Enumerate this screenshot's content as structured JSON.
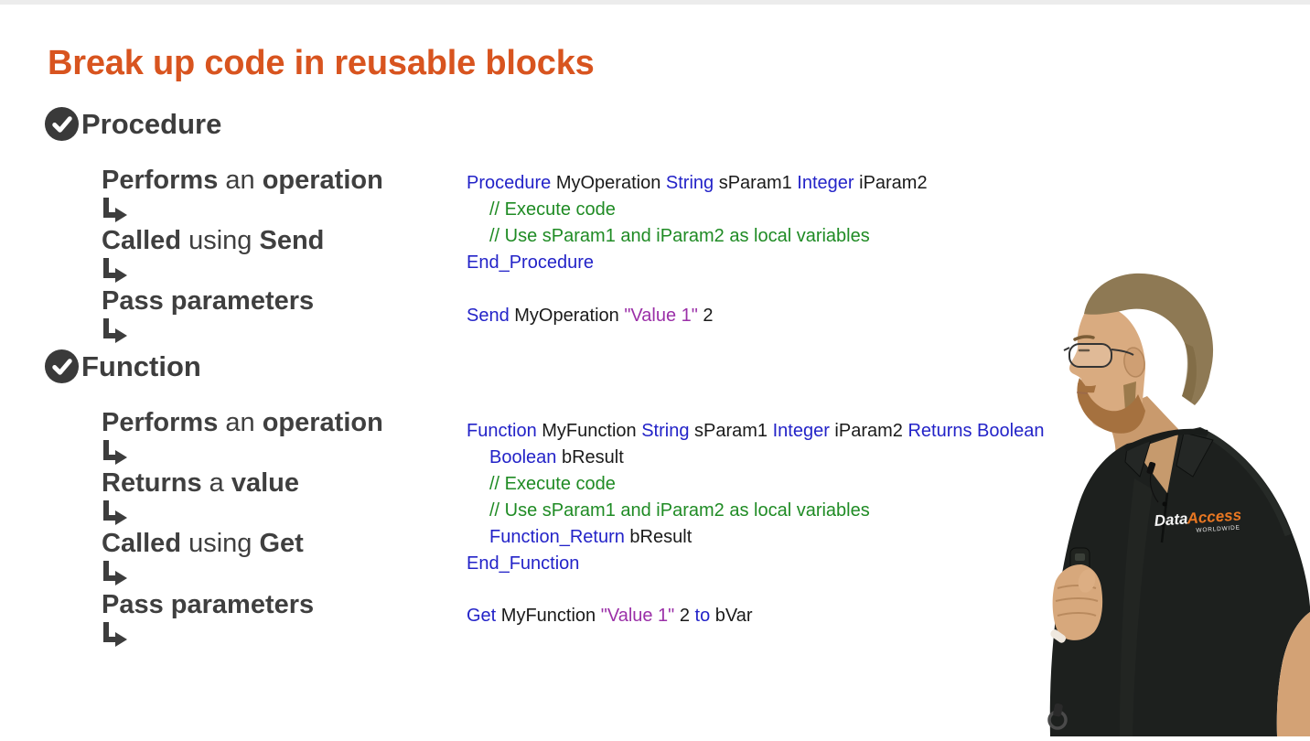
{
  "palette": {
    "title_orange": "#d8541f",
    "bullet_text_dark": "#3d3d3d",
    "code_keyword_blue": "#2323c8",
    "code_comment_green": "#1f8b24",
    "code_string_purple": "#9b30a8",
    "code_text_black": "#1a1a1a",
    "check_icon_circle": "#3a3a3a",
    "shirt_black": "#1d201e",
    "logo_orange": "#e87722"
  },
  "icons": {
    "check": "check-icon",
    "branch_arrow": "branch-arrow-icon"
  },
  "slide": {
    "title": "Break up code in reusable blocks",
    "procedure": {
      "heading": "Procedure",
      "bullets": [
        {
          "segments": [
            {
              "t": "Performs",
              "c": "b"
            },
            {
              "t": " an "
            },
            {
              "t": "operation",
              "c": "b"
            }
          ]
        },
        {
          "segments": [
            {
              "t": "Called",
              "c": "b"
            },
            {
              "t": " using "
            },
            {
              "t": "Send",
              "c": "b"
            }
          ]
        },
        {
          "segments": [
            {
              "t": "Pass parameters",
              "c": "b"
            }
          ]
        }
      ],
      "code": {
        "lines": [
          {
            "segments": [
              {
                "t": "Procedure",
                "c": "kw"
              },
              {
                "t": " MyOperation "
              },
              {
                "t": "String",
                "c": "kw"
              },
              {
                "t": " sParam1 "
              },
              {
                "t": "Integer",
                "c": "kw"
              },
              {
                "t": " iParam2"
              }
            ]
          },
          {
            "indent": true,
            "segments": [
              {
                "t": "// Execute code",
                "c": "cm"
              }
            ]
          },
          {
            "indent": true,
            "segments": [
              {
                "t": "// Use sParam1 and iParam2 as local variables",
                "c": "cm"
              }
            ]
          },
          {
            "segments": [
              {
                "t": "End_Procedure",
                "c": "kw"
              }
            ]
          }
        ],
        "call": {
          "segments": [
            {
              "t": "Send",
              "c": "kw"
            },
            {
              "t": " MyOperation "
            },
            {
              "t": "\"Value 1\"",
              "c": "str"
            },
            {
              "t": " 2"
            }
          ]
        }
      }
    },
    "function": {
      "heading": "Function",
      "bullets": [
        {
          "segments": [
            {
              "t": "Performs",
              "c": "b"
            },
            {
              "t": " an "
            },
            {
              "t": "operation",
              "c": "b"
            }
          ]
        },
        {
          "segments": [
            {
              "t": "Returns",
              "c": "b"
            },
            {
              "t": " a "
            },
            {
              "t": "value",
              "c": "b"
            }
          ]
        },
        {
          "segments": [
            {
              "t": "Called",
              "c": "b"
            },
            {
              "t": " using "
            },
            {
              "t": "Get",
              "c": "b"
            }
          ]
        },
        {
          "segments": [
            {
              "t": "Pass parameters",
              "c": "b"
            }
          ]
        }
      ],
      "code": {
        "lines": [
          {
            "segments": [
              {
                "t": "Function",
                "c": "kw"
              },
              {
                "t": " MyFunction "
              },
              {
                "t": "String",
                "c": "kw"
              },
              {
                "t": " sParam1 "
              },
              {
                "t": "Integer",
                "c": "kw"
              },
              {
                "t": " iParam2 "
              },
              {
                "t": "Returns Boolean",
                "c": "kw"
              }
            ]
          },
          {
            "indent": true,
            "segments": [
              {
                "t": "Boolean",
                "c": "kw"
              },
              {
                "t": " bResult"
              }
            ]
          },
          {
            "indent": true,
            "segments": [
              {
                "t": "// Execute code",
                "c": "cm"
              }
            ]
          },
          {
            "indent": true,
            "segments": [
              {
                "t": "// Use sParam1 and iParam2 as local variables",
                "c": "cm"
              }
            ]
          },
          {
            "indent": true,
            "segments": [
              {
                "t": "Function_Return",
                "c": "kw"
              },
              {
                "t": " bResult"
              }
            ]
          },
          {
            "segments": [
              {
                "t": "End_Function",
                "c": "kw"
              }
            ]
          }
        ],
        "call": {
          "segments": [
            {
              "t": "Get",
              "c": "kw"
            },
            {
              "t": " MyFunction "
            },
            {
              "t": "\"Value 1\"",
              "c": "str"
            },
            {
              "t": " 2 "
            },
            {
              "t": "to",
              "c": "kw"
            },
            {
              "t": " bVar"
            }
          ]
        }
      }
    }
  },
  "presenter": {
    "shirt_logo": {
      "brand_primary": "Data",
      "brand_secondary": "Access",
      "subtitle": "WORLDWIDE"
    }
  }
}
